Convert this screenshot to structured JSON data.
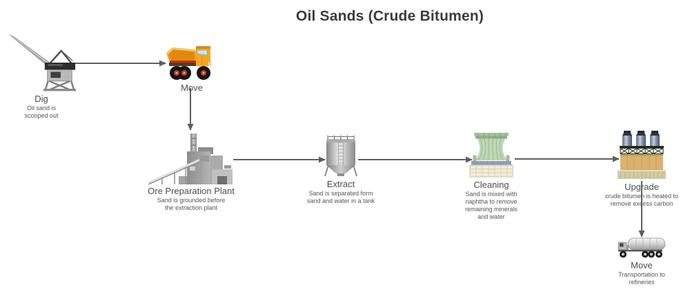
{
  "title": "Oil Sands (Crude Bitumen)",
  "stages": [
    {
      "id": "dig",
      "label": "Dig",
      "description": "Oil sand is scooped out",
      "icon": "crane-icon"
    },
    {
      "id": "move-1",
      "label": "Move",
      "description": "",
      "icon": "dump-truck-icon"
    },
    {
      "id": "ore-prep",
      "label": "Ore Preparation Plant",
      "description": "Sand is grounded before the extraction plant",
      "icon": "factory-icon"
    },
    {
      "id": "extract",
      "label": "Extract",
      "description": "Sand is separated form sand and water in a tank",
      "icon": "silo-icon"
    },
    {
      "id": "cleaning",
      "label": "Cleaning",
      "description": "Sand is mixed with naphtha to remove remaining minerals and water",
      "icon": "cooling-tower-icon"
    },
    {
      "id": "upgrade",
      "label": "Upgrade",
      "description": "crude bitumen is heated to remove excess carbon",
      "icon": "upgrader-icon"
    },
    {
      "id": "move-2",
      "label": "Move",
      "description": "Transportation to refineries",
      "icon": "tanker-truck-icon"
    }
  ],
  "connectors": [
    {
      "from": "Dig",
      "to": "Move"
    },
    {
      "from": "Move",
      "to": "Ore Preparation Plant"
    },
    {
      "from": "Ore Preparation Plant",
      "to": "Extract"
    },
    {
      "from": "Extract",
      "to": "Cleaning"
    },
    {
      "from": "Cleaning",
      "to": "Upgrade"
    },
    {
      "from": "Upgrade",
      "to": "Move"
    }
  ],
  "colors": {
    "title_text": "#3c3c3c",
    "label_text": "#4e4e4e",
    "description_text": "#555555",
    "arrow": "#5e5e5e",
    "truck_orange": "#f2a132",
    "tower_green": "#bdd6b4",
    "upgrader_tan": "#d8b26e",
    "metal_gray": "#b5b5b5",
    "background": "#ffffff"
  }
}
